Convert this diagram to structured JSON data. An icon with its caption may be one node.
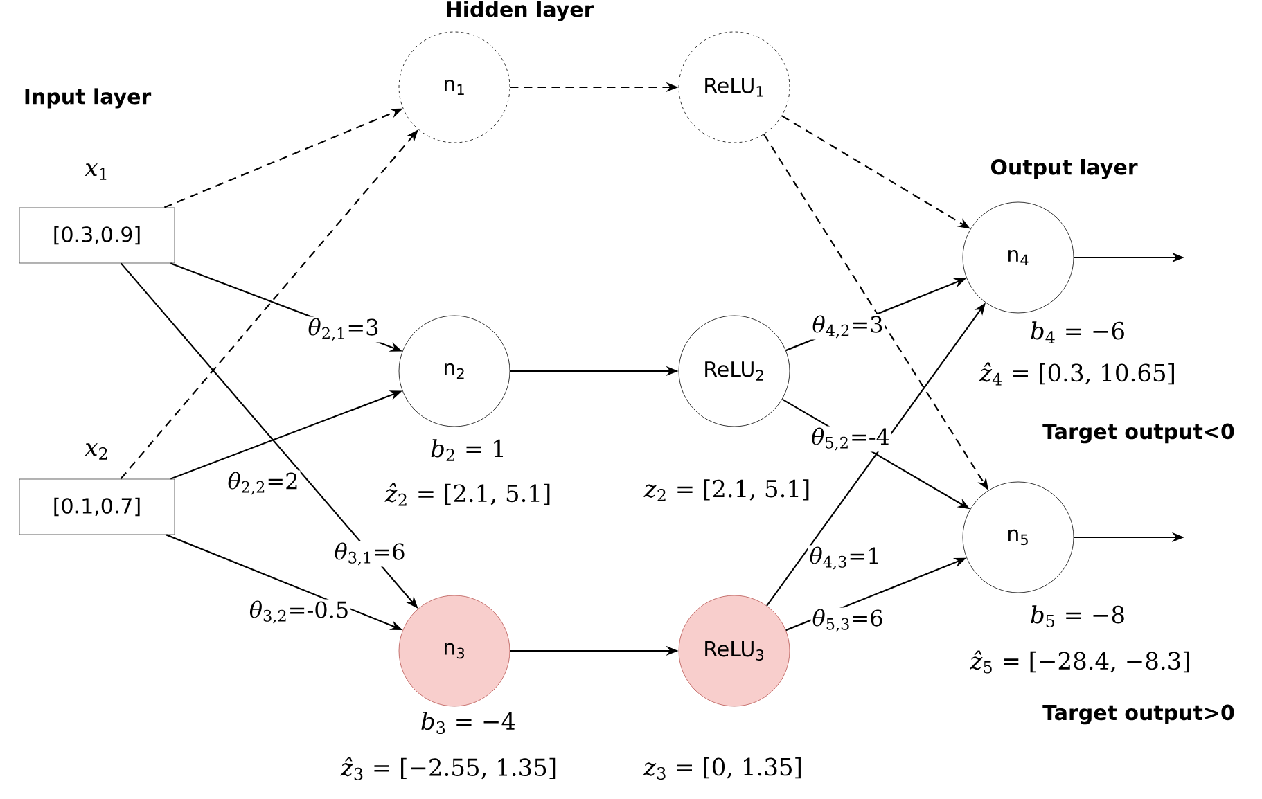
{
  "diagram": {
    "nodes": [
      {
        "text": [
          "[0.3,0.9]"
        ],
        "beside": [
          "*x*$_{1}$"
        ]
      },
      {
        "text": [
          "[0.1,0.7]"
        ],
        "beside": [
          "*x*$_{2}$"
        ]
      },
      {
        "text": [
          "n$_{1}$"
        ]
      },
      {
        "text": [
          "n$_{2}$"
        ],
        "beside": [
          "*b*$_{2}$ = 1",
          "*ẑ*$_{2}$ = [2.1, 5.1]"
        ]
      },
      {
        "text": [
          "n$_{3}$"
        ],
        "beside": [
          "*b*$_{3}$ = −4",
          "*ẑ*$_{3}$ = [−2.55, 1.35]"
        ]
      },
      {
        "text": [
          "ReLU$_{1}$"
        ]
      },
      {
        "text": [
          "ReLU$_{2}$"
        ],
        "beside": [
          "*z*$_{2}$ = [2.1, 5.1]"
        ]
      },
      {
        "text": [
          "ReLU$_{3}$"
        ],
        "beside": [
          "*z*$_{3}$ = [0, 1.35]"
        ]
      },
      {
        "text": [
          "n$_{4}$"
        ],
        "beside": [
          "*b*$_{4}$ = −6",
          "*ẑ*$_{4}$ = [0.3, 10.65]"
        ]
      },
      {
        "text": [
          "n$_{5}$"
        ],
        "beside": [
          "*b*$_{5}$ = −8",
          "*ẑ*$_{5}$ = [−28.4, −8.3]"
        ]
      }
    ],
    "edges": [
      {
        "from": 0,
        "to": 2,
        "arrow": "to",
        "style": "dashed"
      },
      {
        "from": 1,
        "to": 2,
        "arrow": "to",
        "style": "dashed"
      },
      {
        "from": 0,
        "to": 3,
        "arrow": "to",
        "label": "*θ*$_{2,1}$=3"
      },
      {
        "from": 1,
        "to": 3,
        "arrow": "to",
        "label": "*θ*$_{2,2}$=2"
      },
      {
        "from": 0,
        "to": 4,
        "arrow": "to",
        "label": "*θ*$_{3,1}$=6"
      },
      {
        "from": 1,
        "to": 4,
        "arrow": "to",
        "label": "*θ*$_{3,2}$=-0.5"
      },
      {
        "from": 2,
        "to": 5,
        "arrow": "to",
        "style": "dashed"
      },
      {
        "from": 3,
        "to": 6,
        "arrow": "to"
      },
      {
        "from": 4,
        "to": 7,
        "arrow": "to"
      },
      {
        "from": 5,
        "to": 8,
        "arrow": "to",
        "style": "dashed"
      },
      {
        "from": 5,
        "to": 9,
        "arrow": "to",
        "style": "dashed"
      },
      {
        "from": 6,
        "to": 8,
        "arrow": "to",
        "label": "*θ*$_{4,2}$=3"
      },
      {
        "from": 6,
        "to": 9,
        "arrow": "to",
        "label": "*θ*$_{5,2}$=-4"
      },
      {
        "from": 7,
        "to": 8,
        "arrow": "to",
        "label": "*θ*$_{4,3}$=1"
      },
      {
        "from": 7,
        "to": 9,
        "arrow": "to",
        "label": "*θ*$_{5,3}$=6"
      },
      {
        "from": 8,
        "to": null,
        "arrow": "to"
      },
      {
        "from": 9,
        "to": null,
        "arrow": "to"
      }
    ],
    "labels": [
      "Hidden layer",
      "Input layer",
      "Output layer",
      "Target output<0",
      "Target output>0"
    ]
  }
}
